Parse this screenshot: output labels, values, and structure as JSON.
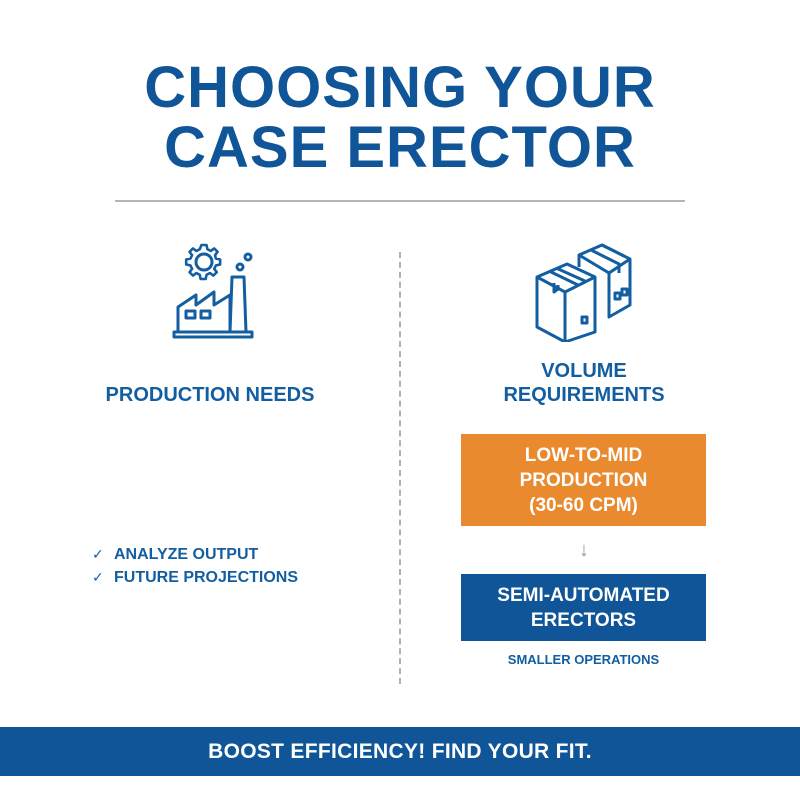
{
  "title": {
    "line1": "CHOOSING YOUR",
    "line2": "CASE ERECTOR"
  },
  "left_column": {
    "icon": "factory-gear-icon",
    "heading": "PRODUCTION NEEDS",
    "checklist": [
      {
        "icon": "checkmark-icon",
        "glyph": "✓",
        "label": "ANALYZE OUTPUT"
      },
      {
        "icon": "checkmark-icon",
        "glyph": "✓",
        "label": "FUTURE PROJECTIONS"
      }
    ]
  },
  "right_column": {
    "icon": "stacked-boxes-icon",
    "heading_line1": "VOLUME",
    "heading_line2": "REQUIREMENTS",
    "flow": {
      "top_box": {
        "line1": "LOW-TO-MID",
        "line2": "PRODUCTION",
        "line3": "(30-60 CPM)",
        "color": "#e98a2e"
      },
      "arrow": "↓",
      "bottom_box": {
        "line1": "SEMI-AUTOMATED",
        "line2": "ERECTORS",
        "color": "#0f5597"
      },
      "caption": "SMALLER OPERATIONS"
    }
  },
  "footer": {
    "text": "BOOST EFFICIENCY! FIND YOUR FIT.",
    "color": "#0f5597"
  },
  "colors": {
    "primary_blue": "#0f5597",
    "accent_orange": "#e98a2e",
    "divider_gray": "#b5b5b5"
  }
}
